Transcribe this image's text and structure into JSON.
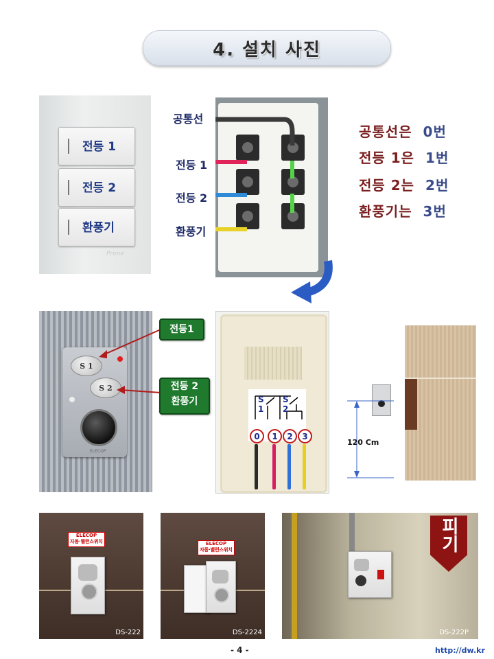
{
  "title": "4. 설치 사진",
  "switch_photo": {
    "keys": [
      "전등 1",
      "전등 2",
      "환풍기"
    ],
    "brand": "Prime"
  },
  "wiring_photo": {
    "labels": [
      "공통선",
      "전등 1",
      "전등 2",
      "환풍기"
    ],
    "wire_colors": [
      "#3a3a3a",
      "#e0245a",
      "#2f8ad8",
      "#e8d22a"
    ]
  },
  "legend": [
    {
      "text": "공통선은",
      "num": "0번"
    },
    {
      "text": "전등 1은",
      "num": "1번"
    },
    {
      "text": "전등 2는",
      "num": "2번"
    },
    {
      "text": "환풍기는",
      "num": "3번"
    }
  ],
  "sensor_photo": {
    "buttons": [
      "S 1",
      "S 2"
    ],
    "brand": "ELECOP",
    "callout1": "전등1",
    "callout2_line1": "전등 2",
    "callout2_line2": "환풍기"
  },
  "box_photo": {
    "switch_labels": [
      "S",
      "1",
      "S",
      "2"
    ],
    "terminals": [
      "0",
      "1",
      "2",
      "3"
    ]
  },
  "install": {
    "height_label": "120 Cm"
  },
  "bottom_photos": [
    {
      "caption": "DS-222",
      "sticker_brand": "ELECOP",
      "sticker_text": "자동·밸런스위치"
    },
    {
      "caption": "DS-2224",
      "sticker_brand": "ELECOP",
      "sticker_text": "자동·밸런스위치"
    },
    {
      "caption": "DS-222P",
      "wall_text": "피기"
    }
  ],
  "footer": {
    "page": "- 4 -",
    "url": "http://dw.kr"
  },
  "colors": {
    "label_blue": "#1d2a66",
    "legend_red": "#7a1f1f",
    "callout_green": "#1f7a2e",
    "arrow_blue": "#2a5cc4"
  }
}
